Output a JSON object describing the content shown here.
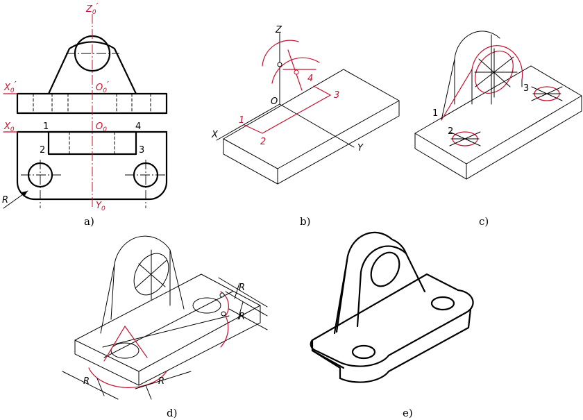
{
  "captions": {
    "a": "a)",
    "b": "b)",
    "c": "c)",
    "d": "d)",
    "e": "e)"
  },
  "panel_a": {
    "z_axis": "Z",
    "z_sub": "0",
    "z_prime": "′",
    "o_top": "O",
    "o_top_sub": "0",
    "o_top_prime": "′",
    "x_top": "X",
    "x_top_sub": "0",
    "x_top_prime": "′",
    "x_bottom": "X",
    "x_bottom_sub": "0",
    "o_bottom": "O",
    "o_bottom_sub": "0",
    "y_axis": "Y",
    "y_sub": "0",
    "point_1": "1",
    "point_2": "2",
    "point_3": "3",
    "point_4": "4",
    "radius": "R"
  },
  "panel_b": {
    "z": "Z",
    "x": "X",
    "y": "Y",
    "o": "O",
    "point_1": "1",
    "point_2": "2",
    "point_3": "3",
    "point_4": "4"
  },
  "panel_c": {
    "point_1": "1",
    "point_2": "2",
    "point_3": "3"
  },
  "panel_d": {
    "r1": "R",
    "r2": "R",
    "r3": "R",
    "r4": "R"
  },
  "colors": {
    "construction": "#c8102e",
    "outline": "#000000"
  }
}
